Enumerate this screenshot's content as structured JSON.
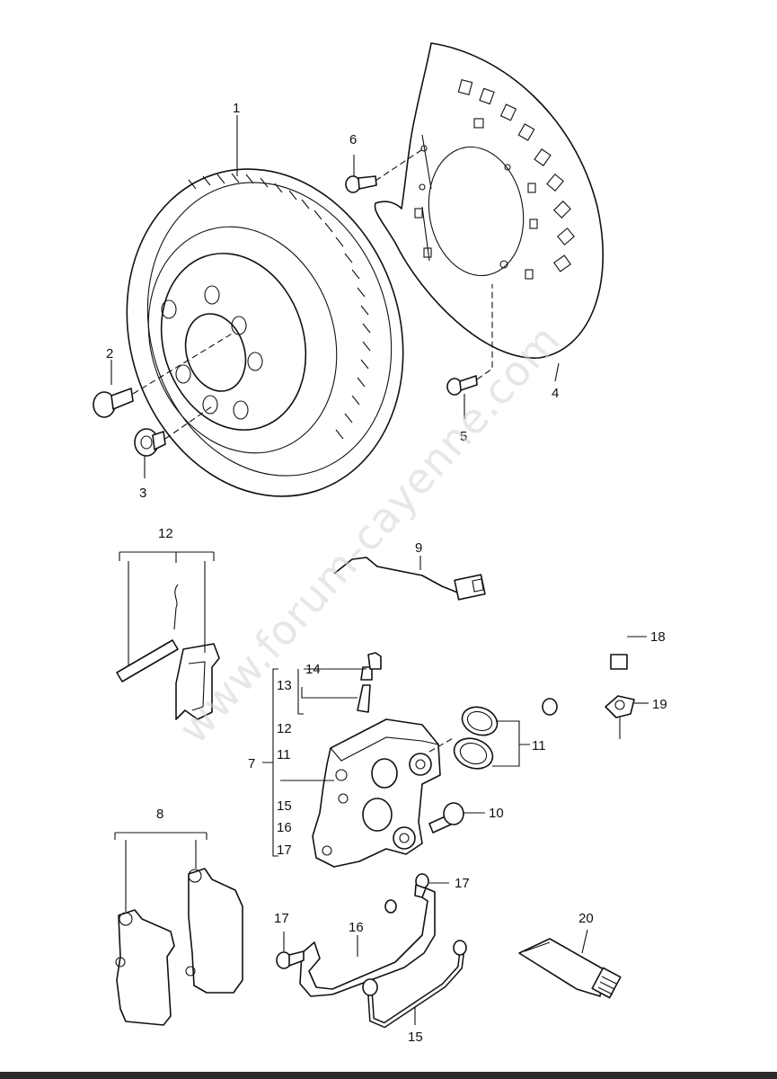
{
  "watermark": "www.forum-cayenne.com",
  "labels": {
    "p1": "1",
    "p2": "2",
    "p3": "3",
    "p4": "4",
    "p5": "5",
    "p6": "6",
    "p7": "7",
    "p8": "8",
    "p9": "9",
    "p10": "10",
    "p11_right": "11",
    "p12_top": "12",
    "p13": "13",
    "p14": "14",
    "p12_group": "12",
    "p11_group": "11",
    "p15_group": "15",
    "p16_group": "16",
    "p17_group": "17",
    "p17_top": "17",
    "p17_left": "17",
    "p16_low": "16",
    "p15_low": "15",
    "p18": "18",
    "p19": "19",
    "p20": "20"
  }
}
